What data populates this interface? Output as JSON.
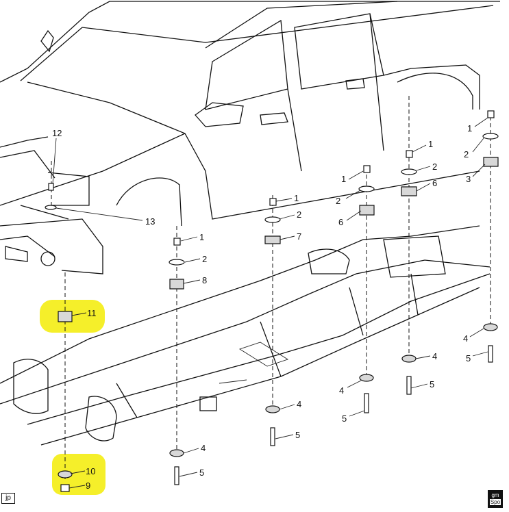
{
  "diagram": {
    "callouts": [
      "1",
      "2",
      "3",
      "4",
      "5",
      "6",
      "7",
      "8",
      "9",
      "10",
      "11",
      "12",
      "13"
    ],
    "corner_code": "jp",
    "logo": {
      "line1": "gm",
      "line2": "Spo"
    }
  }
}
